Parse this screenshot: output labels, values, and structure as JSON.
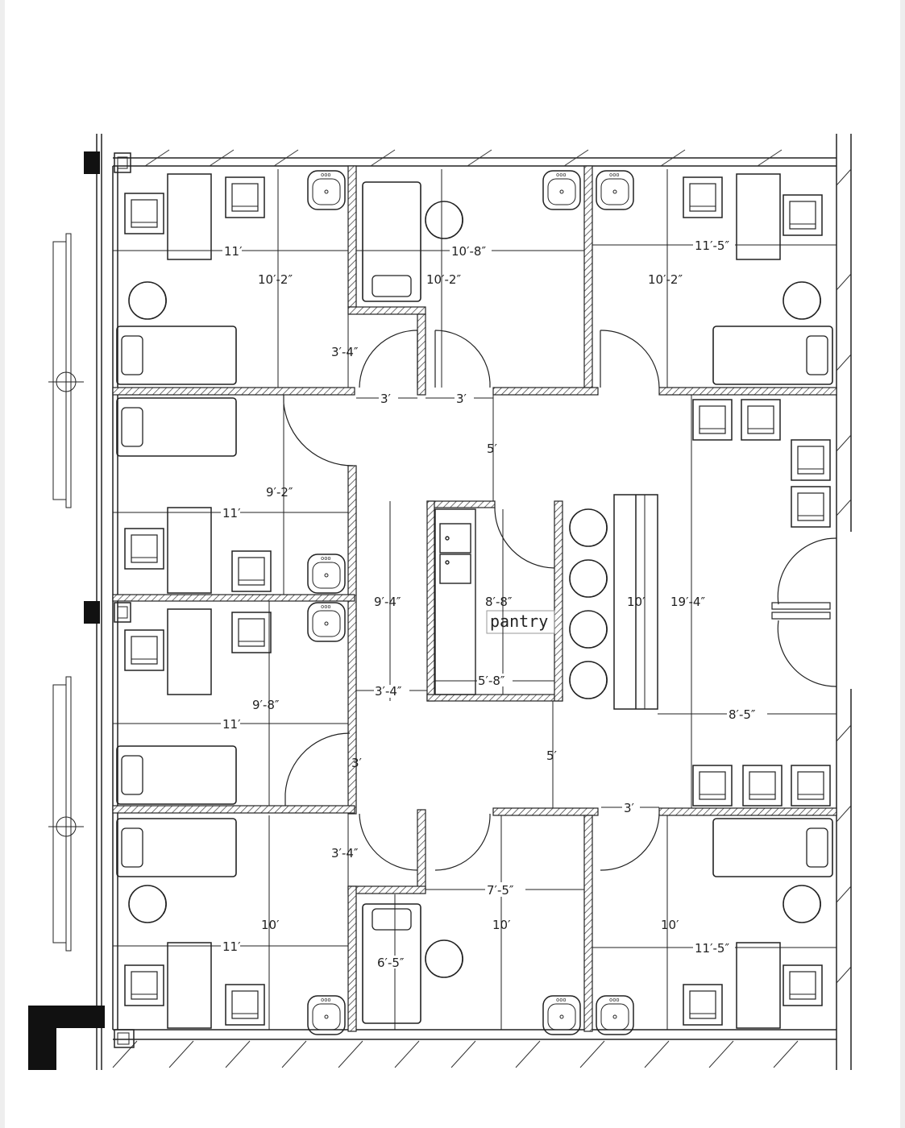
{
  "plan": {
    "room_label": "pantry",
    "dims": {
      "d1": "11′",
      "d2": "10′-2″",
      "d3": "10′-8″",
      "d4": "10′-2″",
      "d5": "11′-5″",
      "d6": "10′-2″",
      "d7": "3′-4″",
      "d8": "3′",
      "d9": "3′",
      "d10": "5′",
      "d11": "9′-2″",
      "d12": "11′",
      "d13": "9′-4″",
      "d14": "8′-8″",
      "d15": "10′",
      "d16": "19′-4″",
      "d17": "3′-4″",
      "d18": "5′-8″",
      "d19": "9′-8″",
      "d20": "11′",
      "d21": "8′-5″",
      "d22": "3′",
      "d23": "5′",
      "d24": "3′",
      "d25": "3′-4″",
      "d26": "7′-5″",
      "d27": "10′",
      "d28": "10′",
      "d29": "10′",
      "d30": "11′",
      "d31": "11′-5″",
      "d32": "6′-5″"
    }
  }
}
